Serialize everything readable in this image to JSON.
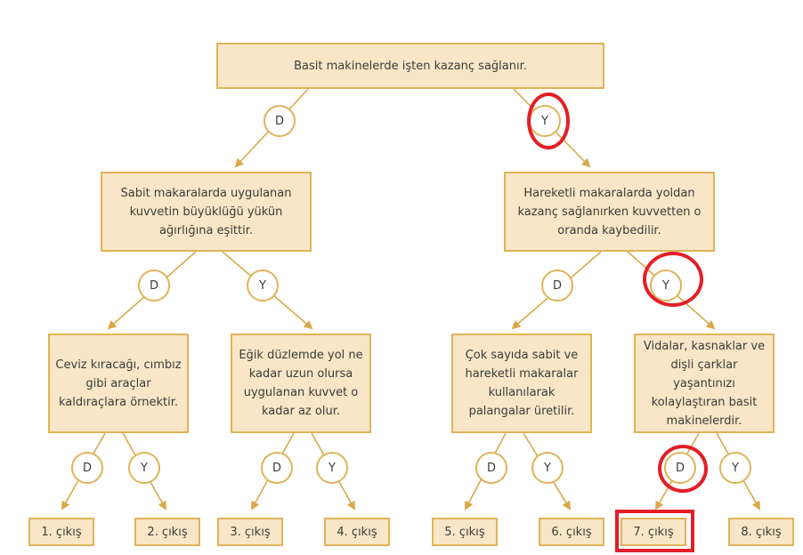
{
  "colors": {
    "box_fill": "#f8e6c6",
    "box_border": "#e0b35a",
    "connector": "#daa84a",
    "highlight": "#e41e26"
  },
  "root": {
    "text": "Basit makinelerde işten kazanç sağlanır."
  },
  "level1": [
    {
      "text": "Sabit makaralarda uygulanan kuvvetin büyüklüğü yükün ağırlığına eşittir."
    },
    {
      "text": "Hareketli makaralarda yoldan kazanç sağlanırken kuvvetten o oranda kaybedilir."
    }
  ],
  "level2": [
    {
      "text": "Ceviz kıracağı, cımbız gibi araçlar kaldıraçlara örnektir."
    },
    {
      "text": "Eğik düzlemde yol ne kadar uzun olursa uygulanan kuvvet o kadar az olur."
    },
    {
      "text": "Çok sayıda sabit ve hareketli makaralar kullanılarak palangalar üretilir."
    },
    {
      "text": "Vidalar, kasnaklar ve dişli çarklar yaşantınızı kolaylaştıran basit makinelerdir."
    }
  ],
  "branch_labels": {
    "true": "D",
    "false": "Y"
  },
  "outputs": [
    {
      "label": "1. çıkış"
    },
    {
      "label": "2. çıkış"
    },
    {
      "label": "3. çıkış"
    },
    {
      "label": "4. çıkış"
    },
    {
      "label": "5. çıkış"
    },
    {
      "label": "6. çıkış"
    },
    {
      "label": "7. çıkış"
    },
    {
      "label": "8. çıkış"
    }
  ],
  "highlighted_path": [
    "Y",
    "Y",
    "D"
  ],
  "highlighted_output": "7. çıkış"
}
